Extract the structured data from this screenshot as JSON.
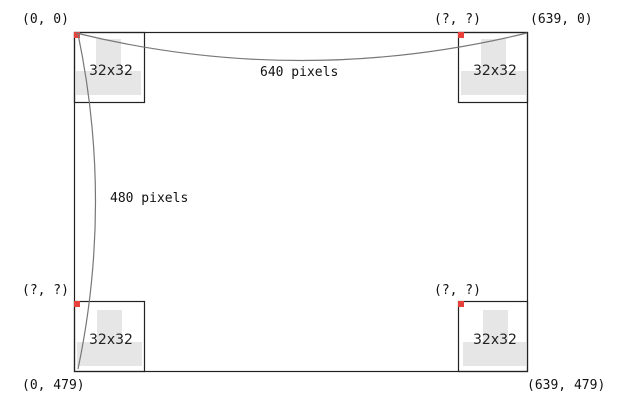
{
  "corners": {
    "top_left": "(0, 0)",
    "top_right_unknown": "(?, ?)",
    "top_right": "(639, 0)",
    "bottom_left_unknown": "(?, ?)",
    "bottom_right_unknown": "(?, ?)",
    "bottom_left": "(0, 479)",
    "bottom_right": "(639, 479)"
  },
  "dimensions": {
    "width_label": "640 pixels",
    "height_label": "480 pixels"
  },
  "tiles": {
    "top_left": "32x32",
    "top_right": "32x32",
    "bottom_left": "32x32",
    "bottom_right": "32x32"
  },
  "colors": {
    "frame": "#222222",
    "tile_fill": "#e6e6e6",
    "marker": "#e8403a",
    "arc": "#777777"
  }
}
